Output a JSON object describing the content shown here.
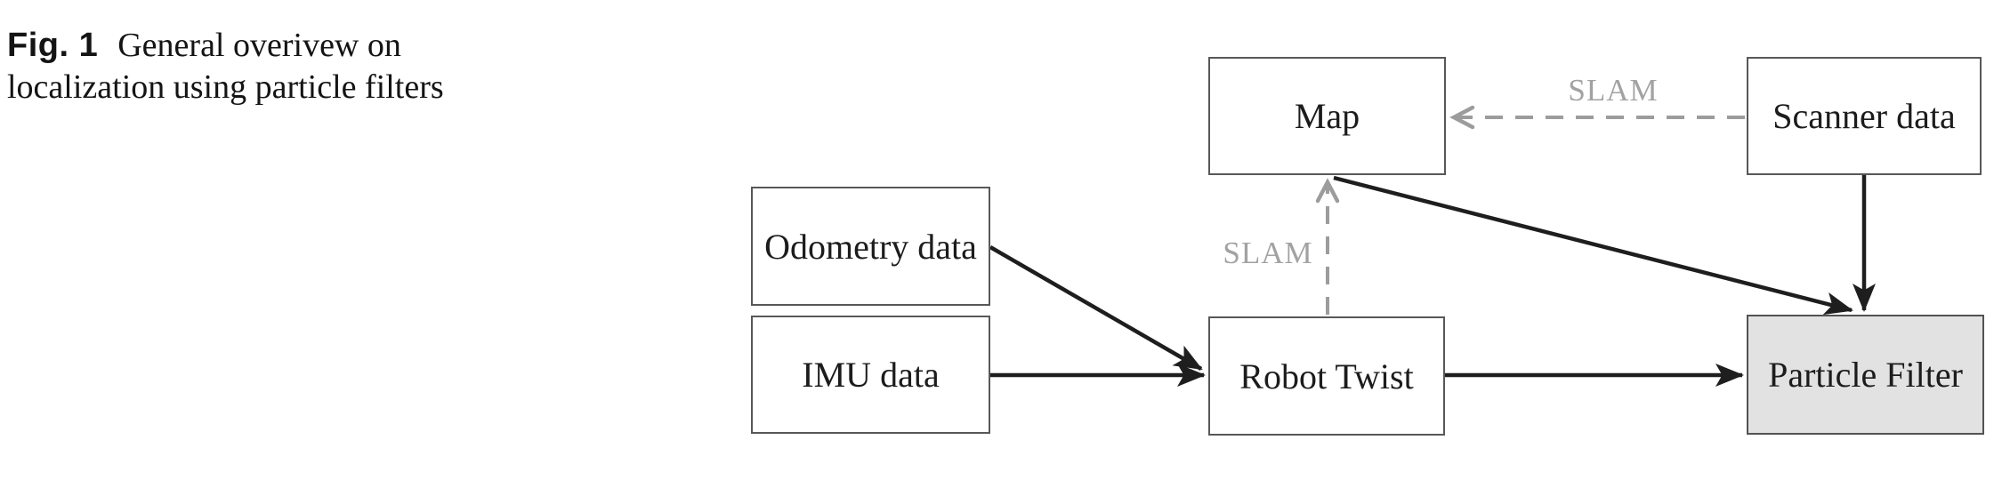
{
  "figure": {
    "label": "Fig. 1",
    "caption_line1": "General overivew on",
    "caption_line2": "localization using particle filters"
  },
  "diagram": {
    "nodes": [
      {
        "id": "map",
        "label": "Map"
      },
      {
        "id": "scanner-data",
        "label": "Scanner data"
      },
      {
        "id": "odometry-data",
        "label": "Odometry data"
      },
      {
        "id": "imu-data",
        "label": "IMU data"
      },
      {
        "id": "robot-twist",
        "label": "Robot Twist"
      },
      {
        "id": "particle-filter",
        "label": "Particle Filter"
      }
    ],
    "edge_labels": {
      "slam_top": "SLAM",
      "slam_left": "SLAM"
    },
    "colors": {
      "node_border": "#58585a",
      "particle_filter_fill": "#e2e2e2",
      "solid_arrow": "#1e1e1e",
      "dashed_arrow": "#9c9c9c",
      "slam_text": "#a2a2a2"
    }
  }
}
